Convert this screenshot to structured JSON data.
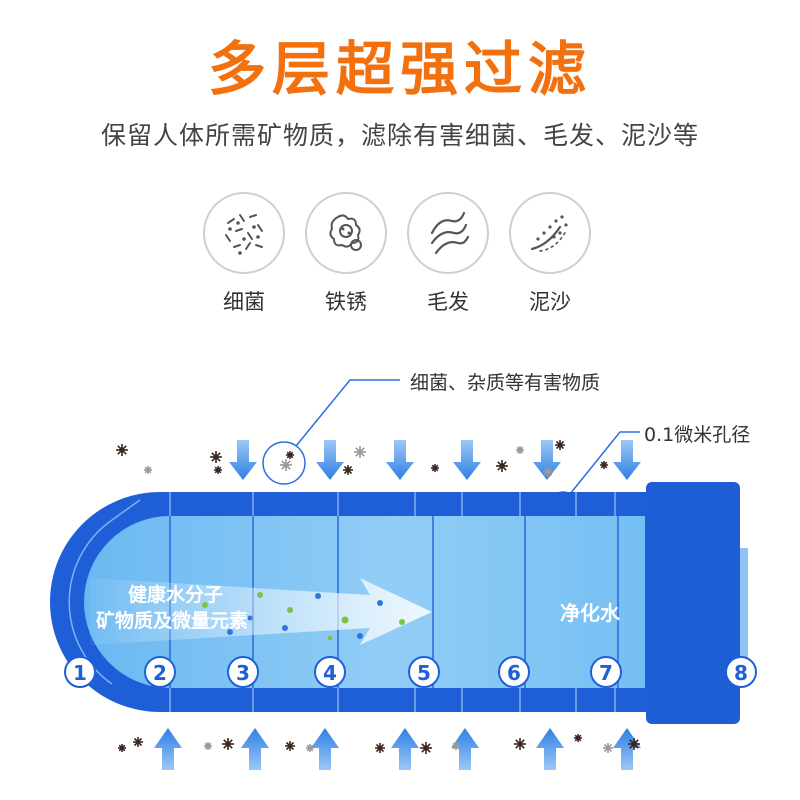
{
  "header": {
    "title": "多层超强过滤",
    "subtitle": "保留人体所需矿物质，滤除有害细菌、毛发、泥沙等"
  },
  "filtered_items": [
    {
      "label": "细菌",
      "icon": "bacteria-icon"
    },
    {
      "label": "铁锈",
      "icon": "rust-icon"
    },
    {
      "label": "毛发",
      "icon": "hair-icon"
    },
    {
      "label": "泥沙",
      "icon": "sand-icon"
    }
  ],
  "diagram": {
    "callout_impurities": "细菌、杂质等有害物质",
    "callout_pore": "0.1微米孔径",
    "healthy_water_line1": "健康水分子",
    "healthy_water_line2": "矿物质及微量元素",
    "purified_water": "净化水",
    "layers": [
      "1",
      "2",
      "3",
      "4",
      "5",
      "6",
      "7",
      "8"
    ]
  },
  "colors": {
    "title_orange": "#f3700e",
    "tube_blue": "#1e5fd8",
    "light_blue": "#9ccff5",
    "arrow_blue": "#3d8ff0"
  }
}
